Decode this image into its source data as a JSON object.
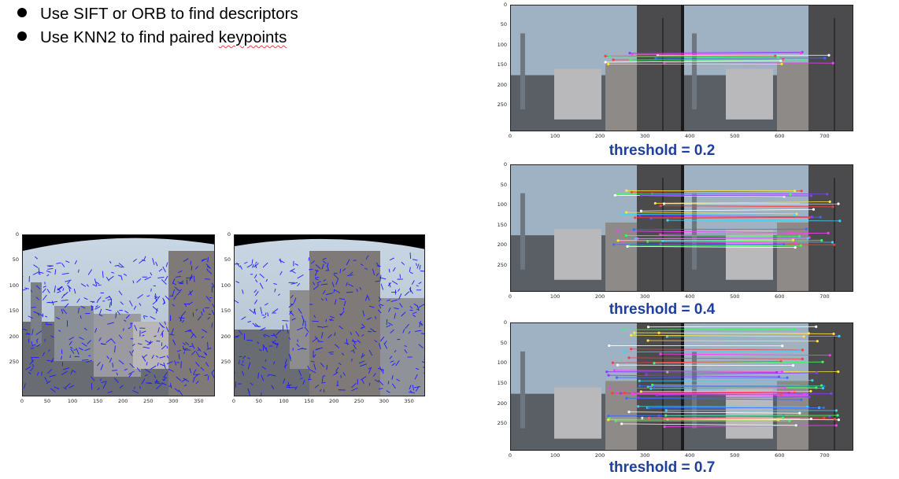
{
  "bullets": [
    {
      "before": "Use SIFT or ORB to find descriptors",
      "flagged": "",
      "after": ""
    },
    {
      "before": "Use KNN2 to find paired ",
      "flagged": "keypoints",
      "after": ""
    }
  ],
  "left_plots": [
    {
      "yticks": [
        "0",
        "50",
        "100",
        "150",
        "200",
        "250"
      ],
      "xticks": [
        "0",
        "50",
        "100",
        "150",
        "200",
        "250",
        "300",
        "350"
      ]
    },
    {
      "yticks": [
        "0",
        "50",
        "100",
        "150",
        "200",
        "250"
      ],
      "xticks": [
        "0",
        "50",
        "100",
        "150",
        "200",
        "250",
        "300",
        "350"
      ]
    }
  ],
  "match_plots": [
    {
      "caption": "threshold = 0.2",
      "yticks": [
        "0",
        "50",
        "100",
        "150",
        "200",
        "250"
      ],
      "xticks": [
        "0",
        "100",
        "200",
        "300",
        "400",
        "500",
        "600",
        "700"
      ],
      "threshold": 0.2
    },
    {
      "caption": "threshold = 0.4",
      "yticks": [
        "0",
        "50",
        "100",
        "150",
        "200",
        "250"
      ],
      "xticks": [
        "0",
        "100",
        "200",
        "300",
        "400",
        "500",
        "600",
        "700"
      ],
      "threshold": 0.4
    },
    {
      "caption": "threshold = 0.7",
      "yticks": [
        "0",
        "50",
        "100",
        "150",
        "200",
        "250"
      ],
      "xticks": [
        "0",
        "100",
        "200",
        "300",
        "400",
        "500",
        "600",
        "700"
      ],
      "threshold": 0.7
    }
  ],
  "colors": {
    "caption": "#1f3f9c",
    "keypoints": "#1a1aff"
  }
}
